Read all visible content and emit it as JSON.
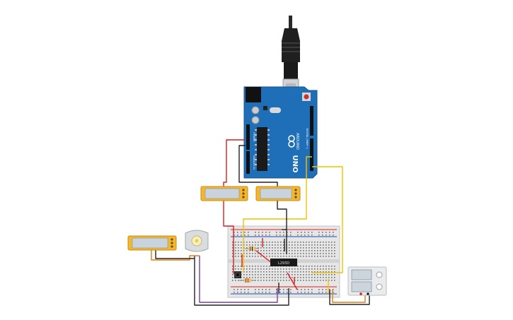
{
  "arduino": {
    "brand_text": "ARDUINO",
    "model_text": "UNO",
    "power_header_text": "POWER",
    "analog_header_text": "ANALOG IN",
    "digital_header_text": "DIGITAL (PWM~)"
  },
  "ic": {
    "label": "L293D"
  },
  "colors": {
    "board": "#1e6fb8",
    "wire_red": "#d82020",
    "wire_black": "#222222",
    "wire_yellow": "#f2c200",
    "wire_orange": "#e37a10",
    "wire_purple": "#7a3ea0",
    "module_frame": "#f2b630",
    "module_screen": "#c9d3dd",
    "breadboard": "#e6e6e6"
  },
  "icons": [
    "usb-cable-icon",
    "reset-button-icon",
    "motor-icon",
    "pushbutton-icon",
    "resistor-icon"
  ]
}
